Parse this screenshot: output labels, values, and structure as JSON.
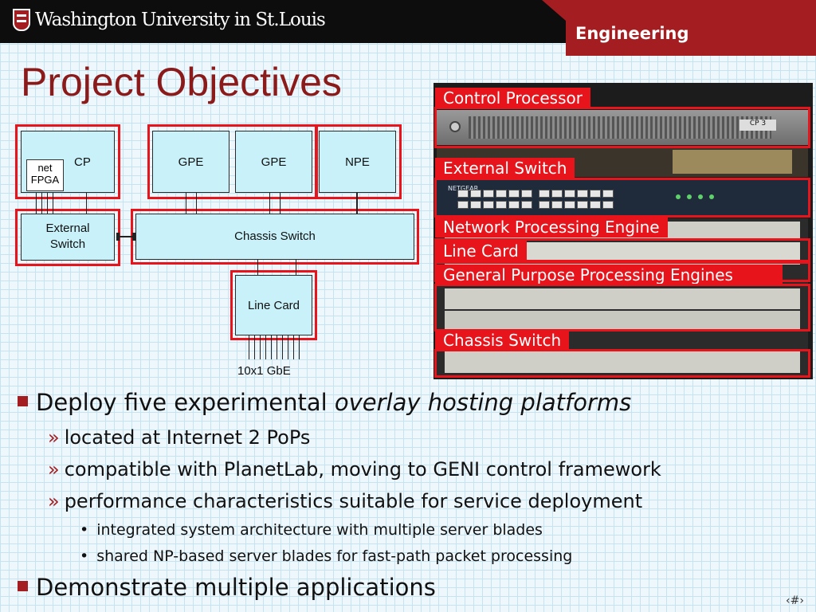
{
  "header": {
    "university": "Washington University in St.Louis",
    "school": "Engineering"
  },
  "title": "Project Objectives",
  "diagram": {
    "cp": "CP",
    "net_fpga": "net\nFPGA",
    "gpe1": "GPE",
    "gpe2": "GPE",
    "npe": "NPE",
    "external_switch": "External\nSwitch",
    "chassis_switch": "Chassis Switch",
    "line_card": "Line Card",
    "links_label": "10x1 GbE"
  },
  "photo": {
    "labels": {
      "control_processor": "Control Processor",
      "external_switch": "External Switch",
      "network_processing_engine": "Network Processing Engine",
      "line_card": "Line Card",
      "gpe": "General Purpose Processing Engines",
      "chassis_switch": "Chassis Switch"
    },
    "cp_tag": "CP 3",
    "brand": "NETGEAR"
  },
  "bullets": {
    "b1_prefix": "Deploy five experimental ",
    "b1_em": "overlay hosting platforms",
    "b1_1": "located at Internet 2 PoPs",
    "b1_2": "compatible with PlanetLab, moving to GENI control framework",
    "b1_3": "performance characteristics suitable for service deployment",
    "b1_3_1": "integrated system architecture with multiple server blades",
    "b1_3_2": "shared NP-based server blades for fast-path packet processing",
    "b2": "Demonstrate multiple applications"
  },
  "slide_number": "‹#›",
  "colors": {
    "accent_red": "#e8141c",
    "brand_red": "#a31d21",
    "box_fill": "#c9f1f9",
    "title": "#8b1a1a"
  }
}
